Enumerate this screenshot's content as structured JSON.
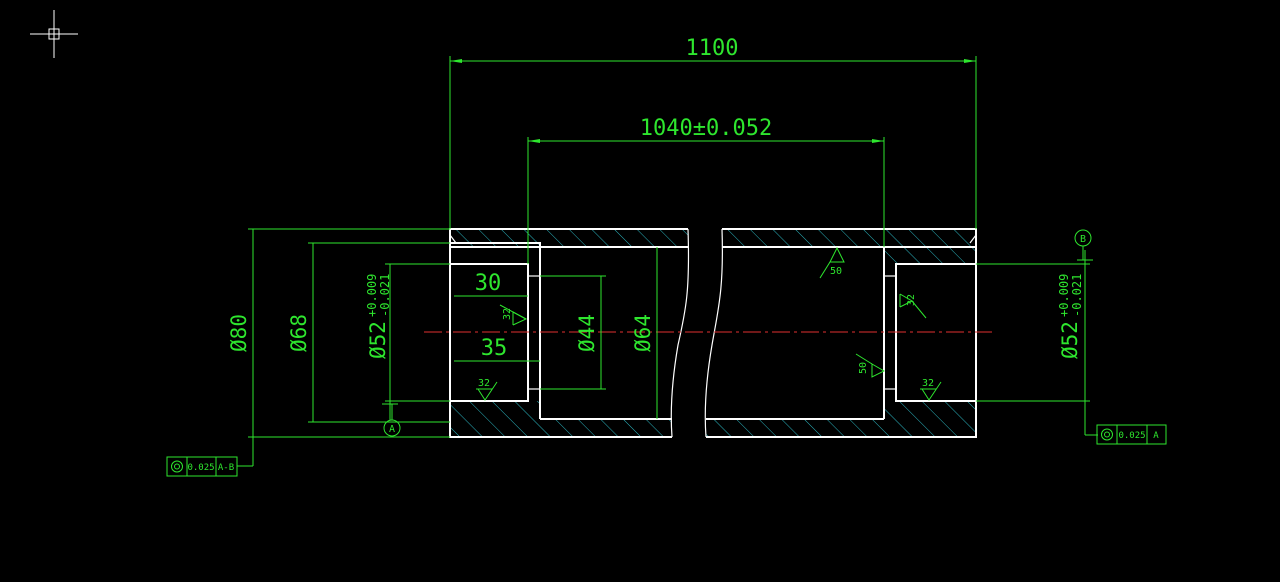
{
  "drawing": {
    "dimensions": {
      "overall_length": "1100",
      "bearing_span": "1040±0.052",
      "left_bore_depth": "30",
      "left_step_length": "35",
      "diameter_outer": "Ø80",
      "diameter_shoulder": "Ø68",
      "diameter_inner_small": "Ø44",
      "diameter_inner": "Ø64",
      "left_bearing_bore": {
        "base": "Ø52",
        "upper": "+0.009",
        "lower": "-0.021"
      },
      "right_bearing_bore": {
        "base": "Ø52",
        "upper": "+0.009",
        "lower": "-0.021"
      }
    },
    "roughness": {
      "left_bore_face": "32",
      "left_bore_bottom": "32",
      "right_bore_face": "32",
      "right_bore_bottom": "32",
      "inner_surface_top": "50",
      "inner_surface_right": "50"
    },
    "datums": {
      "left": "A",
      "right": "B"
    },
    "tolerance_frames": {
      "left": {
        "symbol": "concentricity-icon",
        "value": "0.025",
        "datum": "A-B"
      },
      "right": {
        "symbol": "concentricity-icon",
        "value": "0.025",
        "datum": "A"
      }
    },
    "colors": {
      "background": "#000000",
      "dimension": "#2ee62e",
      "outline": "#ffffff",
      "hatch": "#2fc8d4",
      "centerline": "#e03030"
    }
  }
}
